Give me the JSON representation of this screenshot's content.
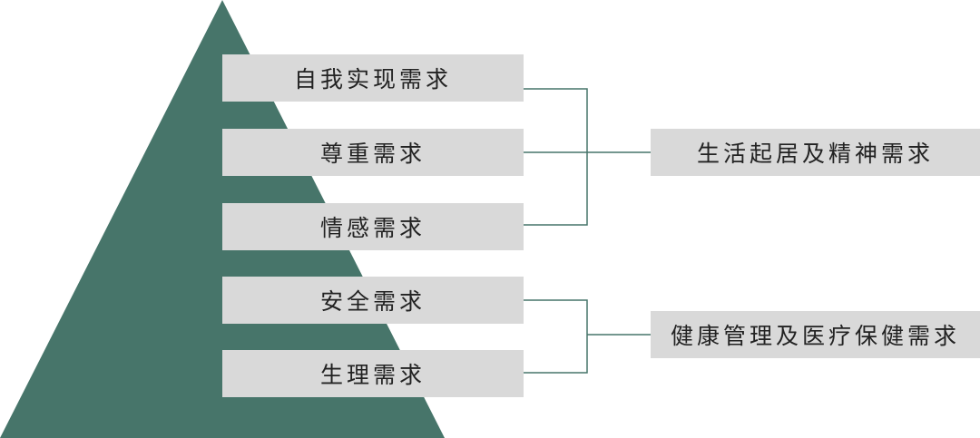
{
  "colors": {
    "pyramid": "#47756a",
    "box": "#d9d9d9",
    "connector": "#47756a",
    "text": "#222222"
  },
  "pyramid_levels": [
    {
      "label": "自我实现需求"
    },
    {
      "label": "尊重需求"
    },
    {
      "label": "情感需求"
    },
    {
      "label": "安全需求"
    },
    {
      "label": "生理需求"
    }
  ],
  "groups": [
    {
      "label": "生活起居及精神需求"
    },
    {
      "label": "健康管理及医疗保健需求"
    }
  ]
}
